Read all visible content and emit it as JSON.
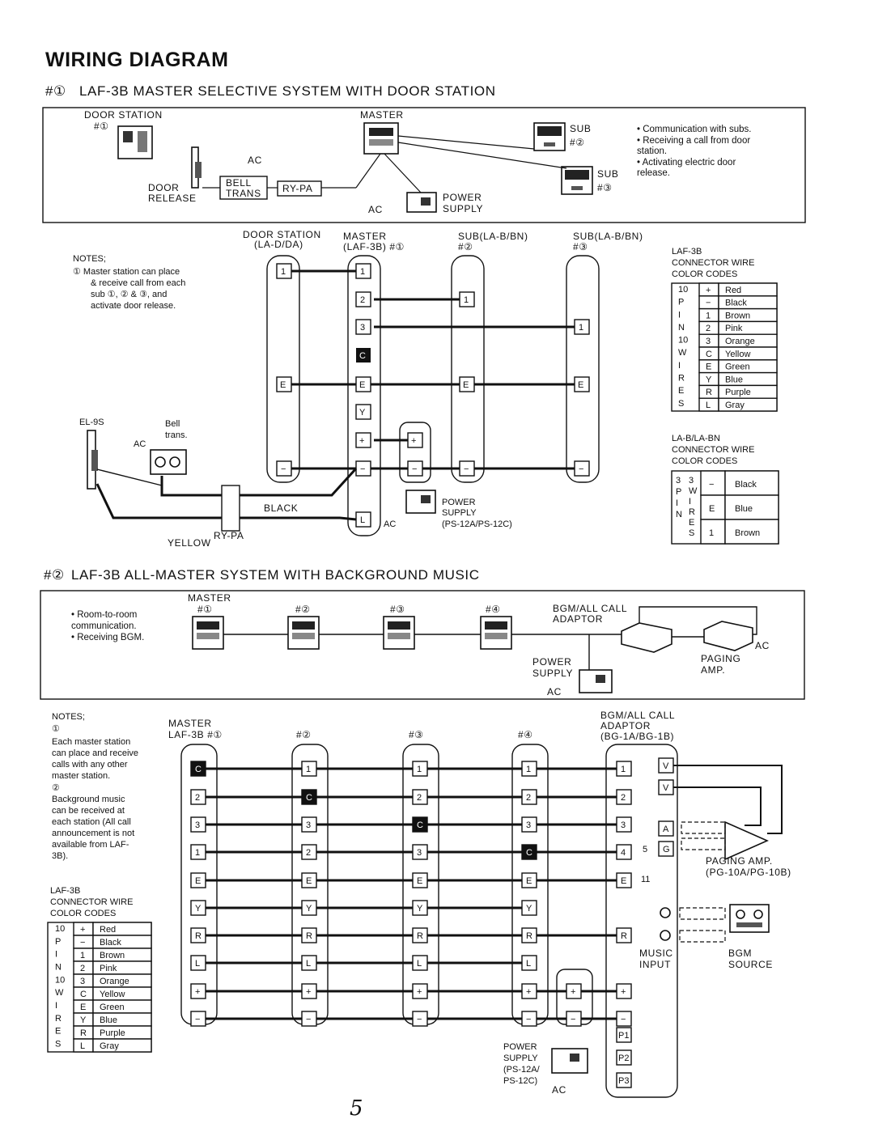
{
  "page_title": "WIRING DIAGRAM",
  "page_number": "5",
  "s1": {
    "num": "#①",
    "title": "LAF-3B MASTER SELECTIVE SYSTEM WITH DOOR STATION",
    "door_station": "DOOR STATION",
    "door_station_num": "#①",
    "master": "MASTER",
    "sub": "SUB",
    "sub2": "#②",
    "sub3": "#③",
    "ac": "AC",
    "bell": "BELL",
    "trans": "TRANS",
    "rypa": "RY-PA",
    "door": "DOOR",
    "release": "RELEASE",
    "power": "POWER",
    "supply": "SUPPLY",
    "bullets": [
      "• Communication with subs.",
      "• Receiving a call from door",
      "  station.",
      "• Activating   electric   door",
      "  release."
    ],
    "col_door": "DOOR STATION",
    "col_door_model": "(LA-D/DA)",
    "col_master": "MASTER",
    "col_master_model": "(LAF-3B) #①",
    "col_sub2": "SUB(LA-B/BN)",
    "col_sub2_num": "#②",
    "col_sub3": "SUB(LA-B/BN)",
    "col_sub3_num": "#③",
    "notes_head": "NOTES;",
    "notes": [
      "① Master station can place",
      "& receive call from each",
      "sub ①, ② & ③, and",
      "activate door release."
    ],
    "el9s": "EL-9S",
    "bell_trans": [
      "Bell",
      "trans."
    ],
    "black": "BLACK",
    "yellow": "YELLOW",
    "ry_pa": "RY-PA",
    "ps_model": "(PS-12A/PS-12C)",
    "laf_table_title": [
      "LAF-3B",
      "CONNECTOR WIRE",
      "COLOR CODES"
    ],
    "lab_table_title": [
      "LA-B/LA-BN",
      "CONNECTOR WIRE",
      "COLOR CODES"
    ]
  },
  "s2": {
    "num": "#②",
    "title": "LAF-3B ALL-MASTER SYSTEM WITH BACKGROUND MUSIC",
    "bullets": [
      "• Room-to-room",
      "  communication.",
      "• Receiving BGM."
    ],
    "master": "MASTER",
    "nums": [
      "#①",
      "#②",
      "#③",
      "#④"
    ],
    "bgm_adaptor": [
      "BGM/ALL CALL",
      "ADAPTOR"
    ],
    "power_supply": [
      "POWER",
      "SUPPLY"
    ],
    "paging_amp": [
      "PAGING",
      "AMP."
    ],
    "ac": "AC",
    "notes_head": "NOTES;",
    "notes1": [
      "①",
      "Each master station",
      "can place and receive",
      "calls with any other",
      "master station."
    ],
    "notes2": [
      "②",
      "Background music",
      "can be received at",
      "each station (All call",
      "announcement is not",
      "available from LAF-",
      "3B)."
    ],
    "col_master": "MASTER",
    "col_master_model": "LAF-3B #①",
    "col_adaptor": [
      "BGM/ALL CALL",
      "ADAPTOR",
      "(BG-1A/BG-1B)"
    ],
    "paging_amp_model": [
      "PAGING AMP.",
      "(PG-10A/PG-10B)"
    ],
    "music_input": [
      "MUSIC",
      "INPUT"
    ],
    "bgm_source": [
      "BGM",
      "SOURCE"
    ],
    "ps": [
      "POWER",
      "SUPPLY",
      "(PS-12A/",
      "PS-12C)"
    ],
    "table_title": [
      "LAF-3B",
      "CONNECTOR WIRE",
      "COLOR CODES"
    ],
    "pins": [
      "5",
      "11"
    ]
  },
  "laf_codes": [
    {
      "pin": "+",
      "color": "Red"
    },
    {
      "pin": "−",
      "color": "Black"
    },
    {
      "pin": "1",
      "color": "Brown"
    },
    {
      "pin": "2",
      "color": "Pink"
    },
    {
      "pin": "3",
      "color": "Orange"
    },
    {
      "pin": "C",
      "color": "Yellow"
    },
    {
      "pin": "E",
      "color": "Green"
    },
    {
      "pin": "Y",
      "color": "Blue"
    },
    {
      "pin": "R",
      "color": "Purple"
    },
    {
      "pin": "L",
      "color": "Gray"
    }
  ],
  "laf_side": [
    "10",
    "P",
    "I",
    "N",
    "10",
    "W",
    "I",
    "R",
    "E",
    "S"
  ],
  "lab_codes": [
    {
      "pin": "−",
      "color": "Black"
    },
    {
      "pin": "E",
      "color": "Blue"
    },
    {
      "pin": "1",
      "color": "Brown"
    }
  ],
  "lab_side_left": [
    "3",
    "P",
    "I",
    "N"
  ],
  "lab_side_right": [
    "3",
    "W",
    "I",
    "R",
    "E",
    "S"
  ]
}
